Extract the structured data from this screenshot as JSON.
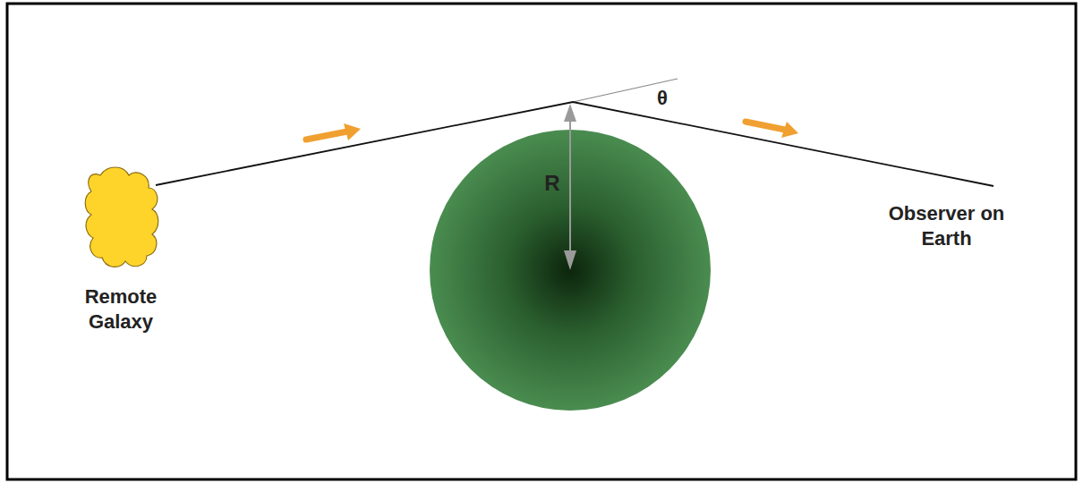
{
  "diagram": {
    "labels": [
      "Remote Galaxy",
      "Observer on Earth",
      "R",
      "θ"
    ]
  }
}
